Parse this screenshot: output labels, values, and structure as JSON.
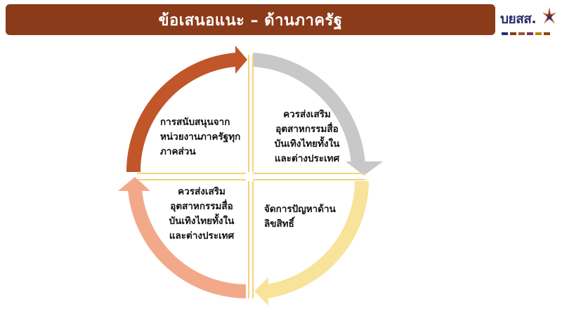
{
  "header": {
    "title": "ข้อเสนอแนะ – ด้านภาครัฐ"
  },
  "logo": {
    "text": "บยสส.",
    "strip_colors": [
      "#2a2f6b",
      "#8b3a1a",
      "#a0522d",
      "#7a2e5a",
      "#b8860b",
      "#8b4513"
    ]
  },
  "cycle": {
    "colors": {
      "top_left_arrow": "#c0562a",
      "top_right_arrow": "#c8c8c8",
      "bottom_right_arrow": "#f8e39a",
      "bottom_left_arrow": "#f2a98a",
      "divider": "#f4d278"
    },
    "quadrants": {
      "top_left": [
        "การสนับสนุนจาก",
        "หน่วยงานภาครัฐทุก",
        "ภาคส่วน"
      ],
      "top_right": [
        "ควรส่งเสริม",
        "อุตสาหกรรมสื่อ",
        "บันเทิงไทยทั้งใน",
        "และต่างประเทศ"
      ],
      "bottom_left": [
        "ควรส่งเสริม",
        "อุตสาหกรรมสื่อ",
        "บันเทิงไทยทั้งใน",
        "และต่างประเทศ"
      ],
      "bottom_right": [
        "จัดการปัญหาด้าน",
        "ลิขสิทธิ์"
      ]
    }
  }
}
